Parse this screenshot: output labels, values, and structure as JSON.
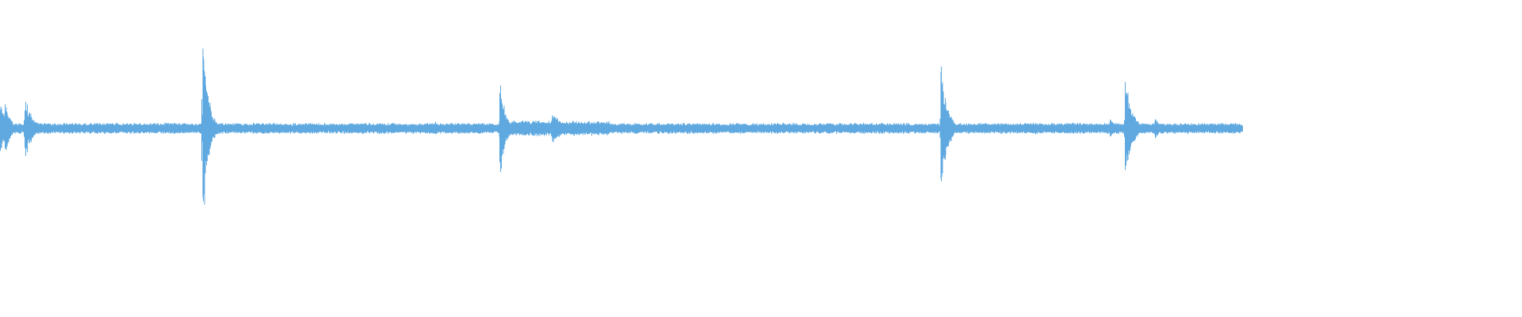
{
  "colors": {
    "background": "#ffffff",
    "waveform": "#5fa9e0"
  },
  "waveform": {
    "baseline_amplitude": 0.045,
    "amplitude_range": [
      -1,
      1
    ],
    "transients": [
      {
        "position": 0.0,
        "amplitude": 0.22,
        "decay": 0.006
      },
      {
        "position": 0.004,
        "amplitude": 0.26,
        "decay": 0.004
      },
      {
        "position": 0.02,
        "amplitude": 0.28,
        "decay": 0.006
      },
      {
        "position": 0.163,
        "amplitude": 0.95,
        "decay": 0.004
      },
      {
        "position": 0.35,
        "amplitude": 0.07,
        "decay": 0.004
      },
      {
        "position": 0.402,
        "amplitude": 0.48,
        "decay": 0.004
      },
      {
        "position": 0.444,
        "amplitude": 0.14,
        "decay": 0.01
      },
      {
        "position": 0.757,
        "amplitude": 0.55,
        "decay": 0.005
      },
      {
        "position": 0.833,
        "amplitude": 0.06,
        "decay": 0.003
      },
      {
        "position": 0.893,
        "amplitude": 0.1,
        "decay": 0.004
      },
      {
        "position": 0.905,
        "amplitude": 0.52,
        "decay": 0.005
      },
      {
        "position": 0.929,
        "amplitude": 0.12,
        "decay": 0.004
      }
    ],
    "sustained_regions": [
      {
        "start": 0.405,
        "end": 0.445,
        "amplitude": 0.065
      },
      {
        "start": 0.445,
        "end": 0.49,
        "amplitude": 0.06
      }
    ]
  }
}
